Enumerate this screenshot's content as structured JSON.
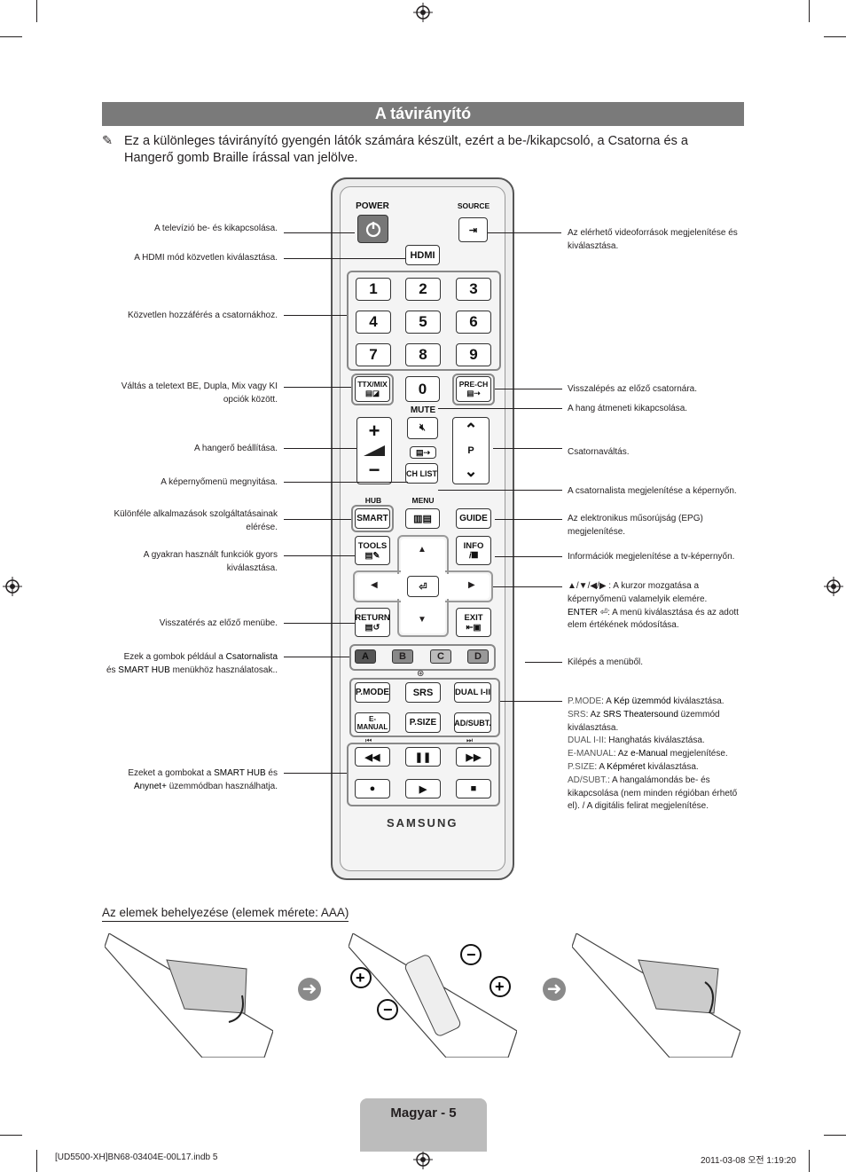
{
  "title": "A távirányító",
  "intro": "Ez a különleges távirányító gyengén látók számára készült, ezért a be-/kikapcsoló, a Csatorna és a Hangerő gomb Braille írással van jelölve.",
  "left_labels": [
    "A televízió be- és kikapcsolása.",
    "A HDMI mód közvetlen kiválasztása.",
    "Közvetlen hozzáférés a csatornákhoz.",
    "Váltás a teletext BE, Dupla, Mix vagy KI opciók között.",
    "A hangerő beállítása.",
    "A képernyőmenü megnyitása.",
    "Különféle alkalmazások szolgáltatásainak elérése.",
    "A gyakran használt funkciók gyors kiválasztása.",
    "Visszatérés az előző menübe."
  ],
  "left_color_keys": {
    "pre": "Ezek a gombok például a ",
    "b1": "Csatornalista",
    "mid": " és ",
    "b2": "SMART HUB",
    "post": " menükhöz használatosak.."
  },
  "left_media": {
    "pre": "Ezeket a gombokat a ",
    "b1": "SMART HUB",
    "mid": " és ",
    "b2": "Anynet+",
    "post": " üzemmódban használhatja."
  },
  "right_labels": [
    "Az elérhető videoforrások megjelenítése és kiválasztása.",
    "Visszalépés az előző csatornára.",
    "A hang átmeneti kikapcsolása.",
    "Csatornaváltás.",
    "A csatornalista megjelenítése a képernyőn.",
    "Az elektronikus műsorújság (EPG) megjelenítése.",
    "Információk megjelenítése a tv-képernyőn.",
    "Kilépés a menüből."
  ],
  "right_nav": {
    "line1": "▲/▼/◀/▶ : A kurzor mozgatása a képernyőmenü valamelyik elemére.",
    "enter_key": "ENTER",
    "line2": ": A menü kiválasztása és az adott elem értékének módosítása."
  },
  "right_func": [
    {
      "key": "P.MODE",
      "text": ": A ",
      "b": "Kép üzemmód",
      "rest": " kiválasztása."
    },
    {
      "key": "SRS",
      "text": ": Az ",
      "b": "SRS Theatersound",
      "rest": " üzemmód kiválasztása."
    },
    {
      "key": "DUAL I-II",
      "text": ": Hanghatás kiválasztása.",
      "b": "",
      "rest": ""
    },
    {
      "key": "E-MANUAL",
      "text": ": Az ",
      "b": "e-Manual",
      "rest": " megjelenítése."
    },
    {
      "key": "P.SIZE",
      "text": ": A ",
      "b": "Képméret",
      "rest": " kiválasztása."
    },
    {
      "key": "AD/SUBT.",
      "text": ": A hangalámondás be- és kikapcsolása (nem minden régióban érhető el). / A digitális felirat megjelenítése.",
      "b": "",
      "rest": ""
    }
  ],
  "remote": {
    "power": "POWER",
    "source": "SOURCE",
    "hdmi": "HDMI",
    "digits": [
      "1",
      "2",
      "3",
      "4",
      "5",
      "6",
      "7",
      "8",
      "9"
    ],
    "zero": "0",
    "ttx": "TTX/MIX",
    "prech": "PRE-CH",
    "mute": "MUTE",
    "p": "P",
    "chlist": "CH LIST",
    "hub": "HUB",
    "menu": "MENU",
    "smart": "SMART",
    "guide": "GUIDE",
    "tools": "TOOLS",
    "info": "INFO",
    "return": "RETURN",
    "exit": "EXIT",
    "colors": [
      "A",
      "B",
      "C",
      "D"
    ],
    "pmode": "P.MODE",
    "srs": "SRS",
    "dual": "DUAL I-II",
    "emanual": "E-MANUAL",
    "psize": "P.SIZE",
    "adsubt": "AD/SUBT.",
    "brand": "SAMSUNG"
  },
  "battery_heading": "Az elemek behelyezése (elemek mérete: AAA)",
  "page_tab": "Magyar - 5",
  "footer_left": "[UD5500-XH]BN68-03404E-00L17.indb   5",
  "footer_right": "2011-03-08   오전 1:19:20"
}
